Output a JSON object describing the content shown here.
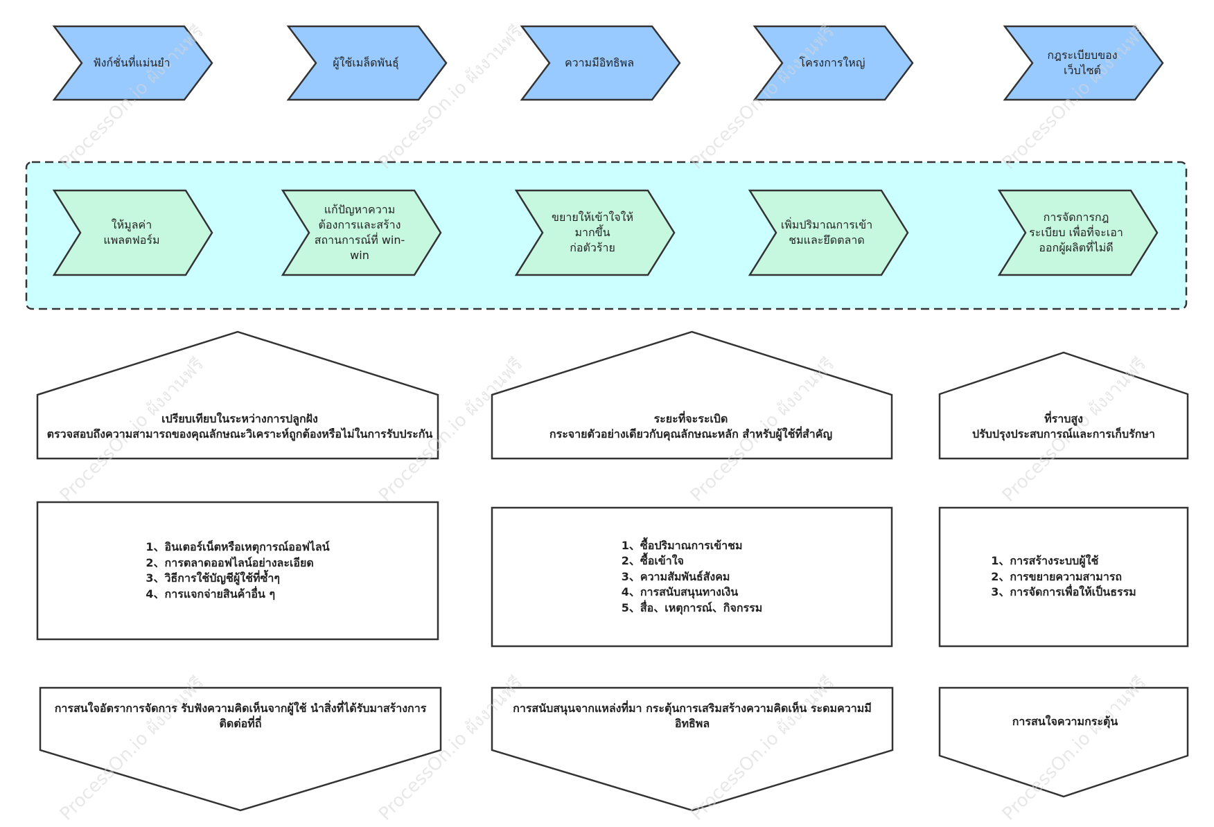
{
  "watermark": "ProcessOn.io ผังงานฟรี",
  "colors": {
    "top_arrow_fill": "#99caff",
    "mid_arrow_fill": "#c6f7df",
    "band_fill": "#ccffff",
    "stroke": "#333333",
    "box_fill": "#ffffff"
  },
  "top_arrows": [
    {
      "label": "ฟังก์ชั่นที่แม่นยำ"
    },
    {
      "label": "ผู้ใช้เมล็ดพันธุ์"
    },
    {
      "label": "ความมีอิทธิพล"
    },
    {
      "label": "โครงการใหญ่"
    },
    {
      "label": "กฎระเบียบของ\nเว็บไซต์"
    }
  ],
  "mid_arrows": [
    {
      "label": "ให้มูลค่า\nแพลตฟอร์ม"
    },
    {
      "label": "แก้ปัญหาความ\nต้องการและสร้าง\nสถานการณ์ที่ win-\nwin"
    },
    {
      "label": "ขยายให้เข้าใจให้\nมากขึ้น\nก่อตัวร้าย"
    },
    {
      "label": "เพิ่มปริมาณการเข้า\nชมและยึดตลาด"
    },
    {
      "label": "การจัดการกฎ\nระเบียบ เพื่อที่จะเอา\nออกผู้ผลิตที่ไม่ดี"
    }
  ],
  "columns": [
    {
      "stage_title": "เปรียบเทียบในระหว่างการปลูกฝัง",
      "stage_text": "ตรวจสอบถึงความสามารถของคุณลักษณะวิเคราะห์ถูกต้องหรือไม่ในการรับประกัน",
      "items": [
        "1、อินเตอร์เน็ตหรือเหตุการณ์ออฟไลน์",
        "2、การตลาดออฟไลน์อย่างละเอียด",
        "3、วิธีการใช้บัญชีผู้ใช้ที่ซ้ำๆ",
        "4、การแจกจ่ายสินค้าอื่น ๆ"
      ],
      "bottom_text": "การสนใจอัตราการจัดการ รับฟังความคิดเห็นจากผู้ใช้ นำสิ่งที่ได้รับมาสร้างการติดต่อที่ถี่"
    },
    {
      "stage_title": "ระยะที่จะระเบิด",
      "stage_text": "กระจายตัวอย่างเดียวกับคุณลักษณะหลัก สำหรับผู้ใช้ที่สำคัญ",
      "items": [
        "1、ซื้อปริมาณการเข้าชม",
        "2、ซื้อเข้าใจ",
        "3、ความสัมพันธ์สังคม",
        "4、การสนับสนุนทางเงิน",
        "5、สื่อ、เหตุการณ์、กิจกรรม"
      ],
      "bottom_text": "การสนับสนุนจากแหล่งที่มา กระตุ้นการเสริมสร้างความคิดเห็น ระดมความมีอิทธิพล"
    },
    {
      "stage_title": "ที่ราบสูง",
      "stage_text": "ปรับปรุงประสบการณ์และการเก็บรักษา",
      "items": [
        "1、การสร้างระบบผู้ใช้",
        "2、การขยายความสามารถ",
        "3、การจัดการเพื่อให้เป็นธรรม"
      ],
      "bottom_text": "การสนใจความกระตุ้น"
    }
  ]
}
